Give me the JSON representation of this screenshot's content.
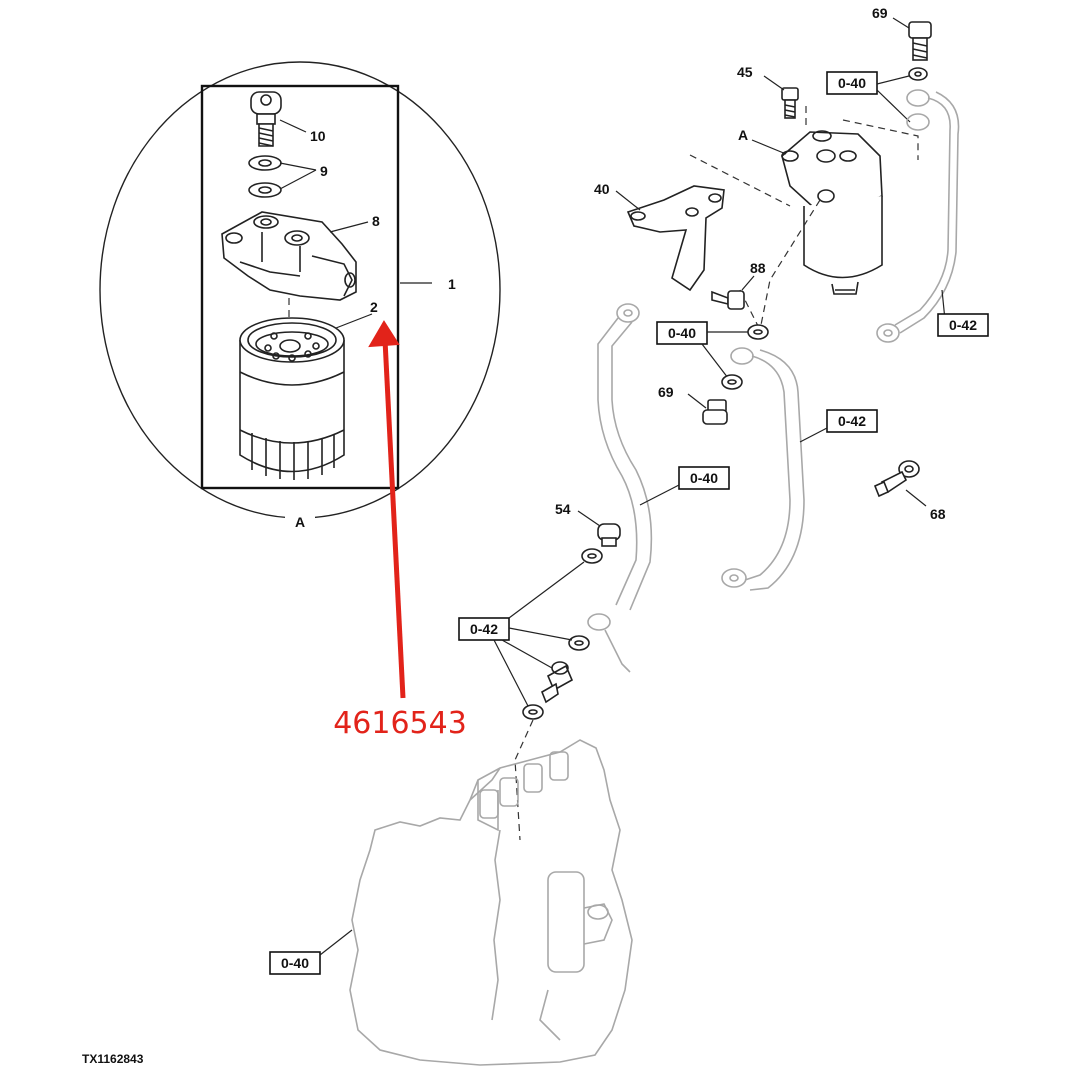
{
  "figure_id": "TX1162843",
  "arrow_label": "4616543",
  "detail": {
    "view_letter": "A",
    "assembly_callout": "1"
  },
  "callouts": {
    "c10": "10",
    "c9": "9",
    "c8": "8",
    "c2": "2",
    "c69_top": "69",
    "c45": "45",
    "cA": "A",
    "c40": "40",
    "c88": "88",
    "c69_mid": "69",
    "c54": "54",
    "c68": "68"
  },
  "ref_boxes": {
    "r1": "0-40",
    "r2": "0-40",
    "r3": "0-42",
    "r4": "0-42",
    "r5": "0-40",
    "r6": "0-42",
    "r7": "0-40"
  },
  "colors": {
    "arrow": "#e2231a",
    "line": "#222222",
    "ghost": "#a8a8a8"
  }
}
